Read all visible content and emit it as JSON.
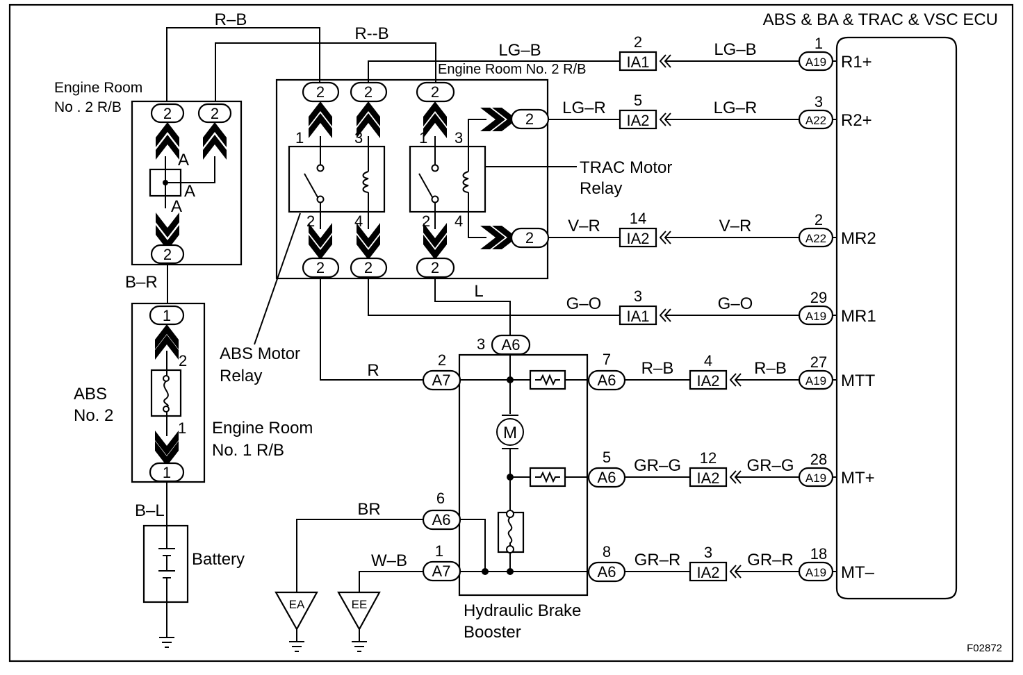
{
  "ecu": {
    "title": "ABS & BA & TRAC & VSC ECU",
    "terminals": [
      {
        "name": "R1+",
        "pin": "1",
        "connector": "A19",
        "wire": "LG–B",
        "joint": "IA1",
        "joint_pin": "2",
        "wire2": "LG–B"
      },
      {
        "name": "R2+",
        "pin": "3",
        "connector": "A22",
        "wire": "LG–R",
        "joint": "IA2",
        "joint_pin": "5",
        "wire2": "LG–R"
      },
      {
        "name": "MR2",
        "pin": "2",
        "connector": "A22",
        "wire": "V–R",
        "joint": "IA2",
        "joint_pin": "14",
        "wire2": "V–R"
      },
      {
        "name": "MR1",
        "pin": "29",
        "connector": "A19",
        "wire": "G–O",
        "joint": "IA1",
        "joint_pin": "3",
        "wire2": "G–O"
      },
      {
        "name": "MTT",
        "pin": "27",
        "connector": "A19",
        "wire": "R–B",
        "joint": "IA2",
        "joint_pin": "4",
        "wire2": "R–B"
      },
      {
        "name": "MT+",
        "pin": "28",
        "connector": "A19",
        "wire": "GR–G",
        "joint": "IA2",
        "joint_pin": "12",
        "wire2": "GR–G"
      },
      {
        "name": "MT–",
        "pin": "18",
        "connector": "A19",
        "wire": "GR–R",
        "joint": "IA2",
        "joint_pin": "3",
        "wire2": "GR–R"
      }
    ]
  },
  "labels": {
    "engine_room_2_left_line1": "Engine Room",
    "engine_room_2_left_line2": "No . 2 R/B",
    "engine_room_2_top": "Engine Room No. 2 R/B",
    "engine_room_1_line1": "Engine Room",
    "engine_room_1_line2": "No. 1 R/B",
    "abs_no2_line1": "ABS",
    "abs_no2_line2": "No. 2",
    "abs_motor_relay_line1": "ABS Motor",
    "abs_motor_relay_line2": "Relay",
    "trac_motor_relay_line1": "TRAC Motor",
    "trac_motor_relay_line2": "Relay",
    "battery": "Battery",
    "booster_line1": "Hydraulic Brake",
    "booster_line2": "Booster",
    "figure_id": "F02872",
    "motor_symbol": "M"
  },
  "wires": {
    "rb_top": "R–B",
    "rb_second": "R--B",
    "br_engine": "B–R",
    "bl_battery": "B–L",
    "r_booster": "R",
    "l_booster": "L",
    "br_ground": "BR",
    "wb_ground": "W–B"
  },
  "pins": {
    "two": "2",
    "one": "1",
    "three": "3",
    "four": "4",
    "seven": "7",
    "five": "5",
    "six": "6",
    "eight": "8",
    "junction_a": "A"
  },
  "connectors": {
    "a6": "A6",
    "a7": "A7"
  },
  "grounds": {
    "ea": "EA",
    "ee": "EE"
  }
}
